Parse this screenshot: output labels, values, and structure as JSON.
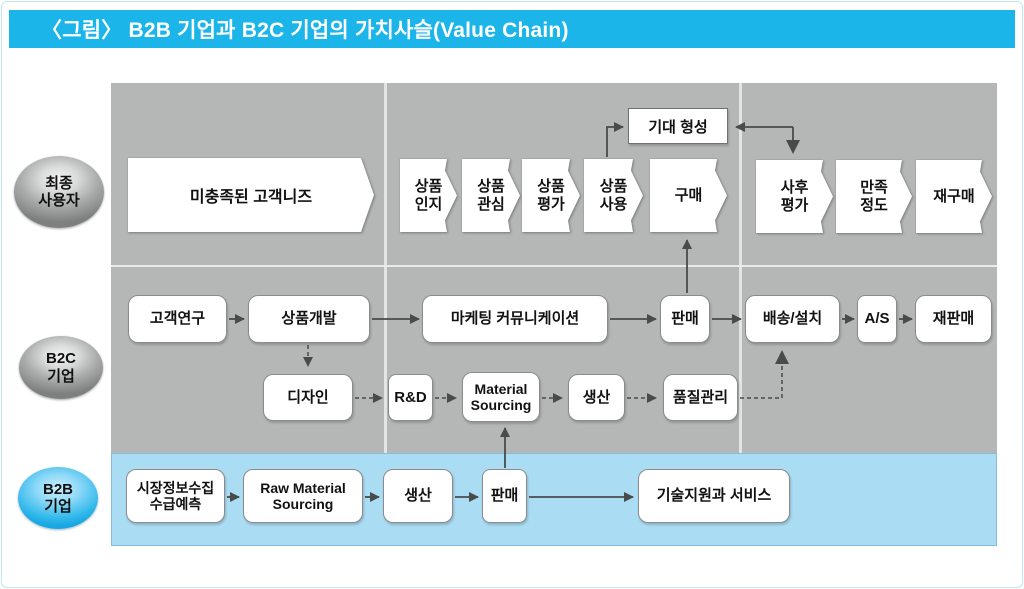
{
  "header": {
    "title": "〈그림〉 B2B 기업과 B2C 기업의 가치사슬(Value Chain)"
  },
  "colors": {
    "header_bg": "#1cb5ea",
    "panel_gray": "#b4b7b6",
    "b2b_band": "#aadcf3",
    "connector_line": "#474b4a",
    "box_border": "#898c8b"
  },
  "lanes": {
    "end_user": "최종\n사용자",
    "b2c": "B2C\n기업",
    "b2b": "B2B\n기업"
  },
  "consumer": {
    "unmet_needs": "미충족된 고객니즈",
    "expectation": "기대 형성",
    "steps": [
      "상품\n인지",
      "상품\n관심",
      "상품\n평가",
      "상품\n사용",
      "구매"
    ],
    "post_steps": [
      "사후\n평가",
      "만족\n정도",
      "재구매"
    ]
  },
  "b2c": {
    "main": [
      "고객연구",
      "상품개발",
      "마케팅 커뮤니케이션",
      "판매",
      "배송/설치",
      "A/S",
      "재판매"
    ],
    "sub": [
      "디자인",
      "R&D",
      "Material\nSourcing",
      "생산",
      "품질관리"
    ]
  },
  "b2b": {
    "steps": [
      "시장정보수집\n수급예측",
      "Raw Material\nSourcing",
      "생산",
      "판매",
      "기술지원과 서비스"
    ]
  }
}
